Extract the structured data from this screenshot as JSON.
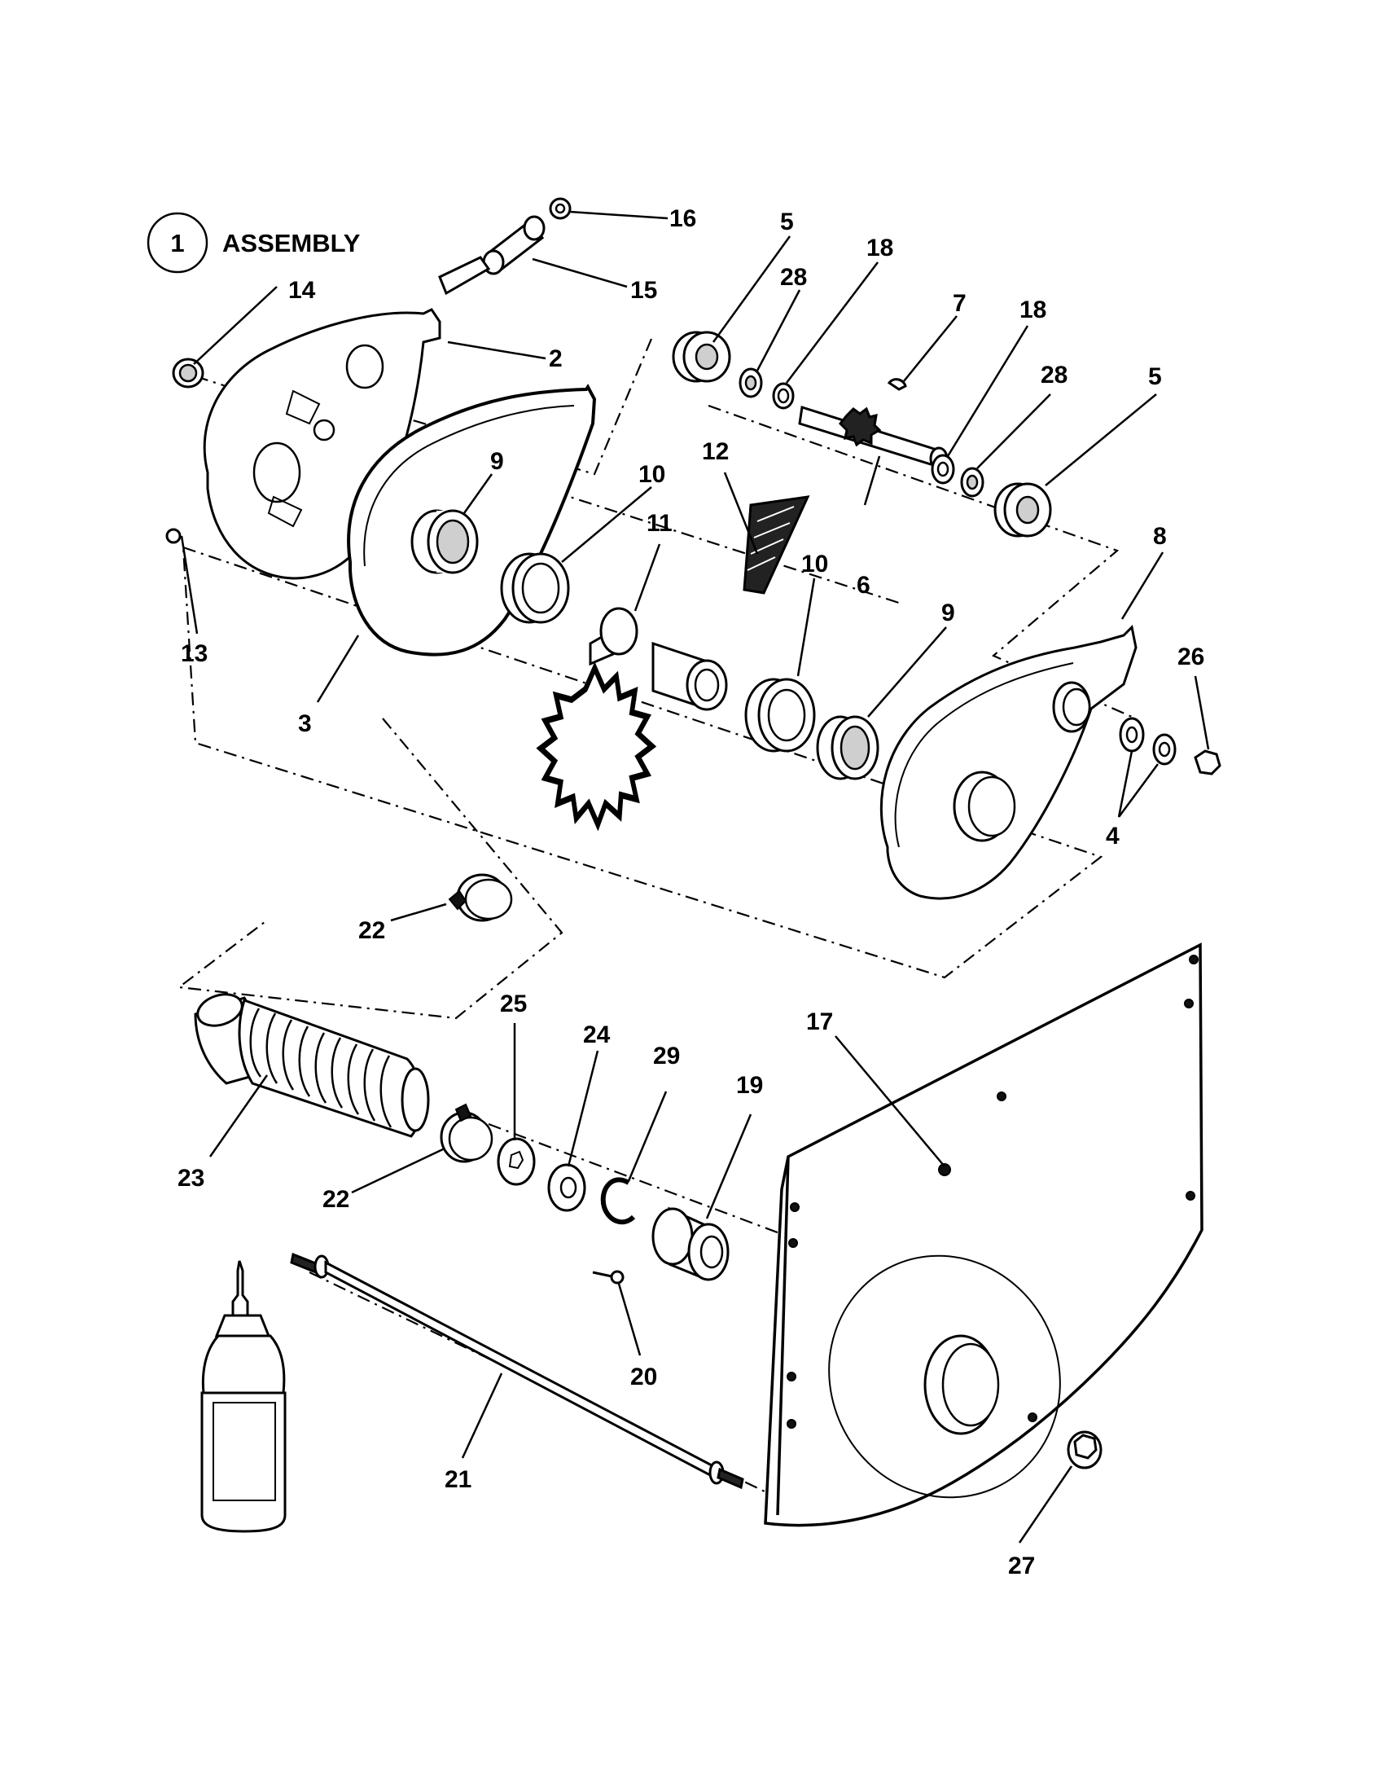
{
  "header": {
    "assembly_number": "1",
    "assembly_title": "ASSEMBLY"
  },
  "callouts": [
    {
      "id": "c16",
      "text": "16"
    },
    {
      "id": "c15",
      "text": "15"
    },
    {
      "id": "c14",
      "text": "14"
    },
    {
      "id": "c2",
      "text": "2"
    },
    {
      "id": "c5a",
      "text": "5"
    },
    {
      "id": "c28a",
      "text": "28"
    },
    {
      "id": "c18a",
      "text": "18"
    },
    {
      "id": "c7",
      "text": "7"
    },
    {
      "id": "c18b",
      "text": "18"
    },
    {
      "id": "c28b",
      "text": "28"
    },
    {
      "id": "c5b",
      "text": "5"
    },
    {
      "id": "c9a",
      "text": "9"
    },
    {
      "id": "c10a",
      "text": "10"
    },
    {
      "id": "c12",
      "text": "12"
    },
    {
      "id": "c11",
      "text": "11"
    },
    {
      "id": "c10b",
      "text": "10"
    },
    {
      "id": "c6",
      "text": "6"
    },
    {
      "id": "c9b",
      "text": "9"
    },
    {
      "id": "c8",
      "text": "8"
    },
    {
      "id": "c26",
      "text": "26"
    },
    {
      "id": "c13",
      "text": "13"
    },
    {
      "id": "c3",
      "text": "3"
    },
    {
      "id": "c4",
      "text": "4"
    },
    {
      "id": "c22a",
      "text": "22"
    },
    {
      "id": "c25",
      "text": "25"
    },
    {
      "id": "c24",
      "text": "24"
    },
    {
      "id": "c29",
      "text": "29"
    },
    {
      "id": "c19",
      "text": "19"
    },
    {
      "id": "c17",
      "text": "17"
    },
    {
      "id": "c23",
      "text": "23"
    },
    {
      "id": "c22b",
      "text": "22"
    },
    {
      "id": "c20",
      "text": "20"
    },
    {
      "id": "c21",
      "text": "21"
    },
    {
      "id": "c27",
      "text": "27"
    }
  ]
}
